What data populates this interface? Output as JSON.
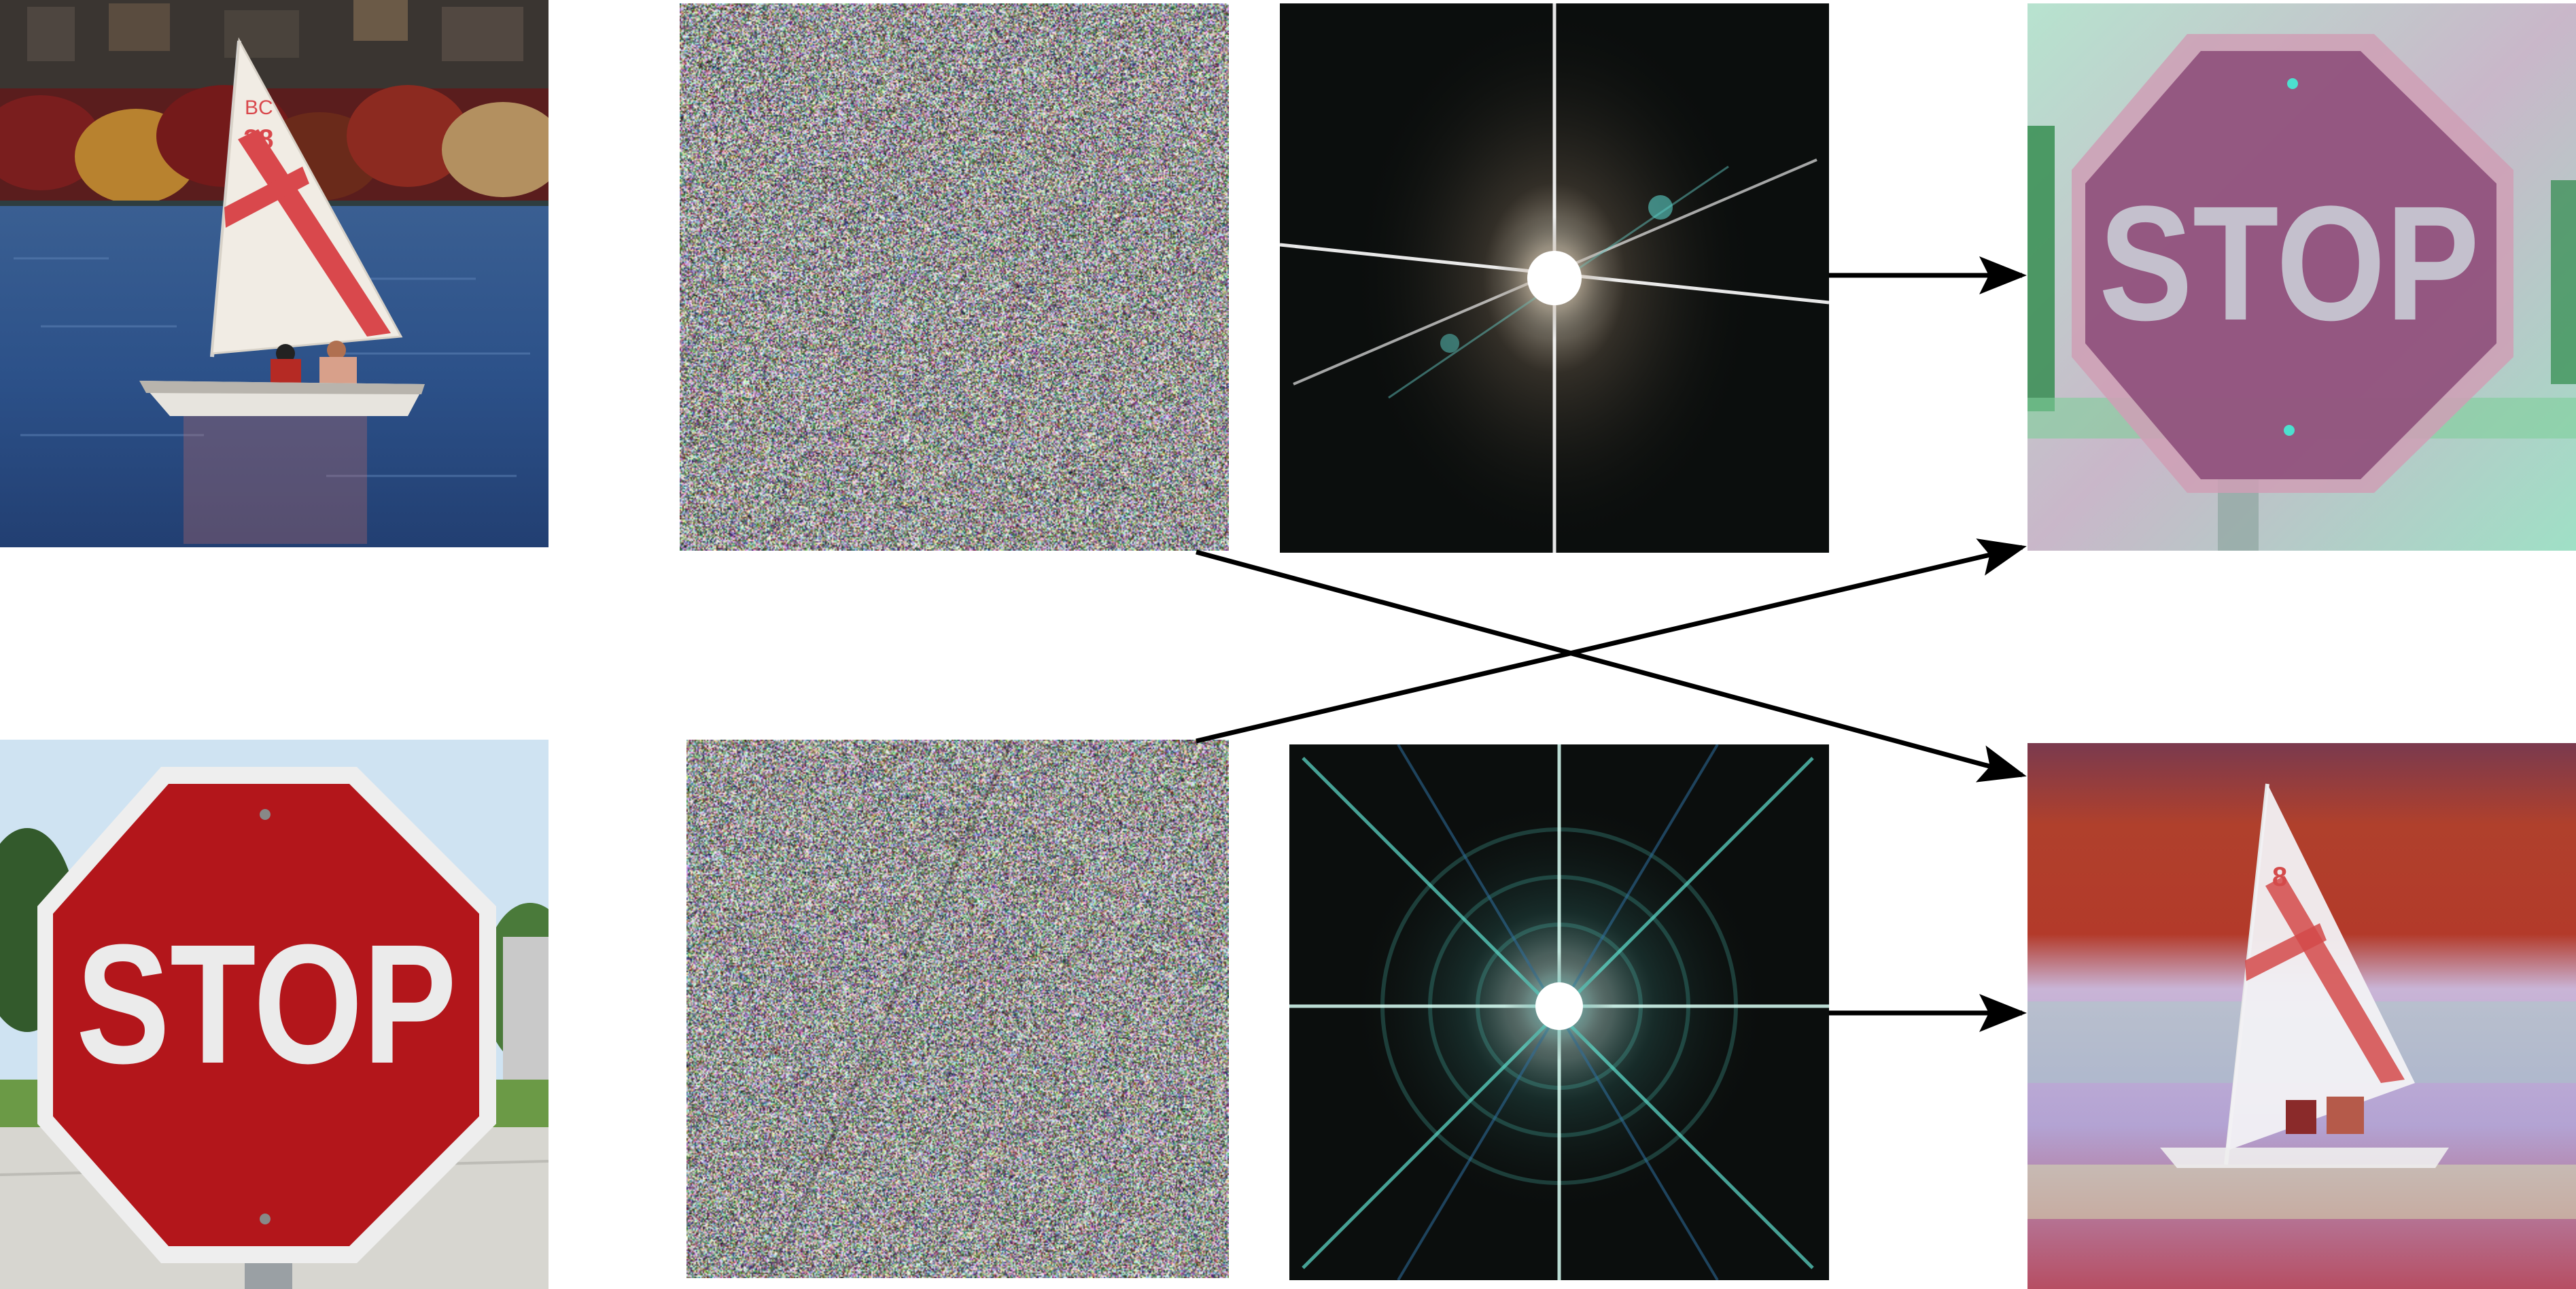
{
  "images": {
    "sailboat_photo": {
      "sail_number": "28",
      "sail_letters": "BC"
    },
    "stop_photo": {
      "sign_text": "STOP"
    },
    "phase_sailboat": {},
    "magnitude_sailboat": {},
    "phase_stop": {},
    "magnitude_stop": {},
    "swap_result_stop": {
      "sign_text": "STOP"
    },
    "swap_result_sailboat": {
      "sail_number": "8"
    }
  },
  "colors": {
    "background": "#ffffff",
    "arrow": "#000000",
    "stop_red": "#b3161b",
    "sky": "#cfe3f2",
    "water": "#2a4f86",
    "spectrum_bg": "#0b0e0d"
  }
}
